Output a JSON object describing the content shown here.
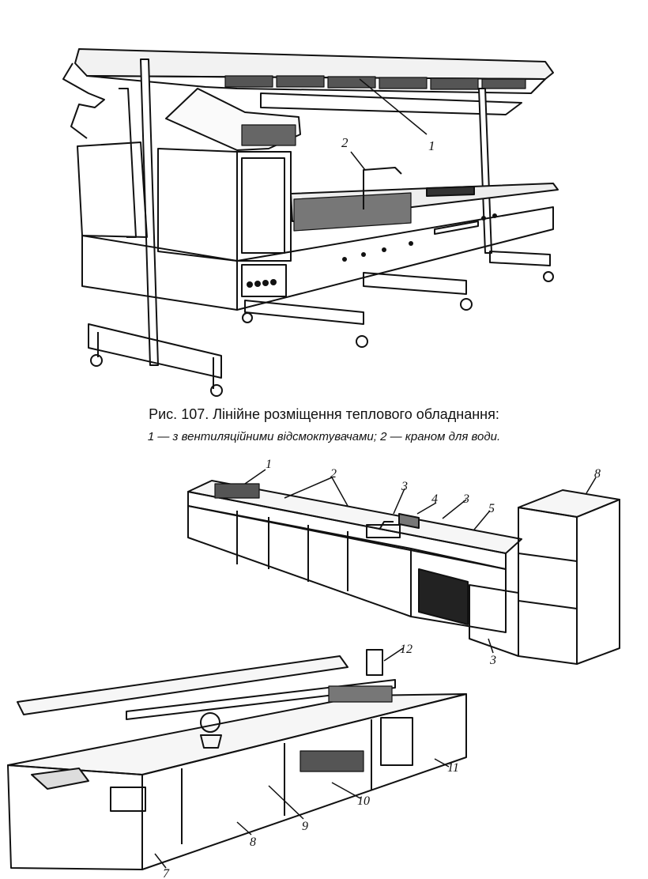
{
  "figure_107": {
    "caption_title": "Рис. 107. Лінійне розміщення теплового обладнання:",
    "caption_subtitle": "1 — з вентиляційними відсмоктувачами; 2 — краном для води.",
    "callouts": [
      "1",
      "2"
    ]
  },
  "figure_108": {
    "callouts": [
      "1",
      "2",
      "3",
      "4",
      "3",
      "5",
      "8",
      "3",
      "12",
      "7",
      "8",
      "9",
      "10",
      "11"
    ]
  }
}
